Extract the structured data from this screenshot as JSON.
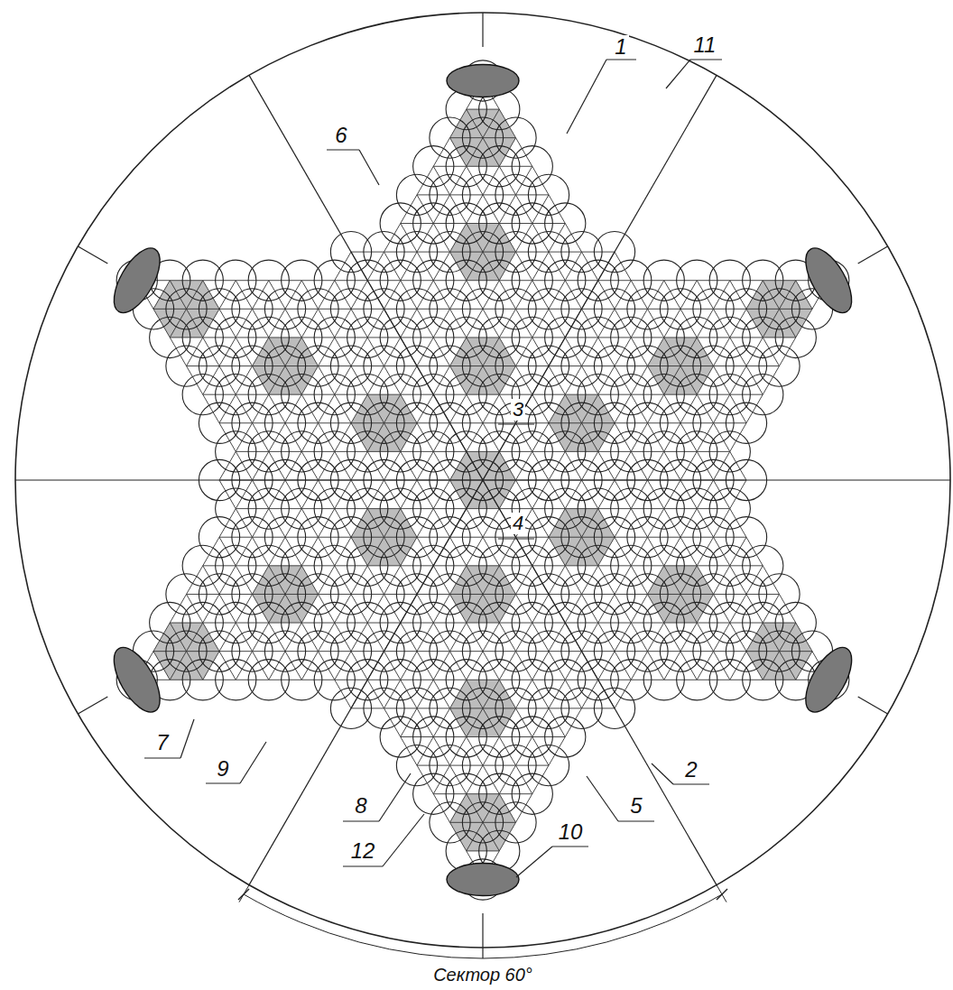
{
  "diagram": {
    "labels": [
      "11",
      "1",
      "6",
      "3",
      "4",
      "7",
      "9",
      "2",
      "8",
      "5",
      "10",
      "12",
      "Сектор 60°"
    ]
  }
}
